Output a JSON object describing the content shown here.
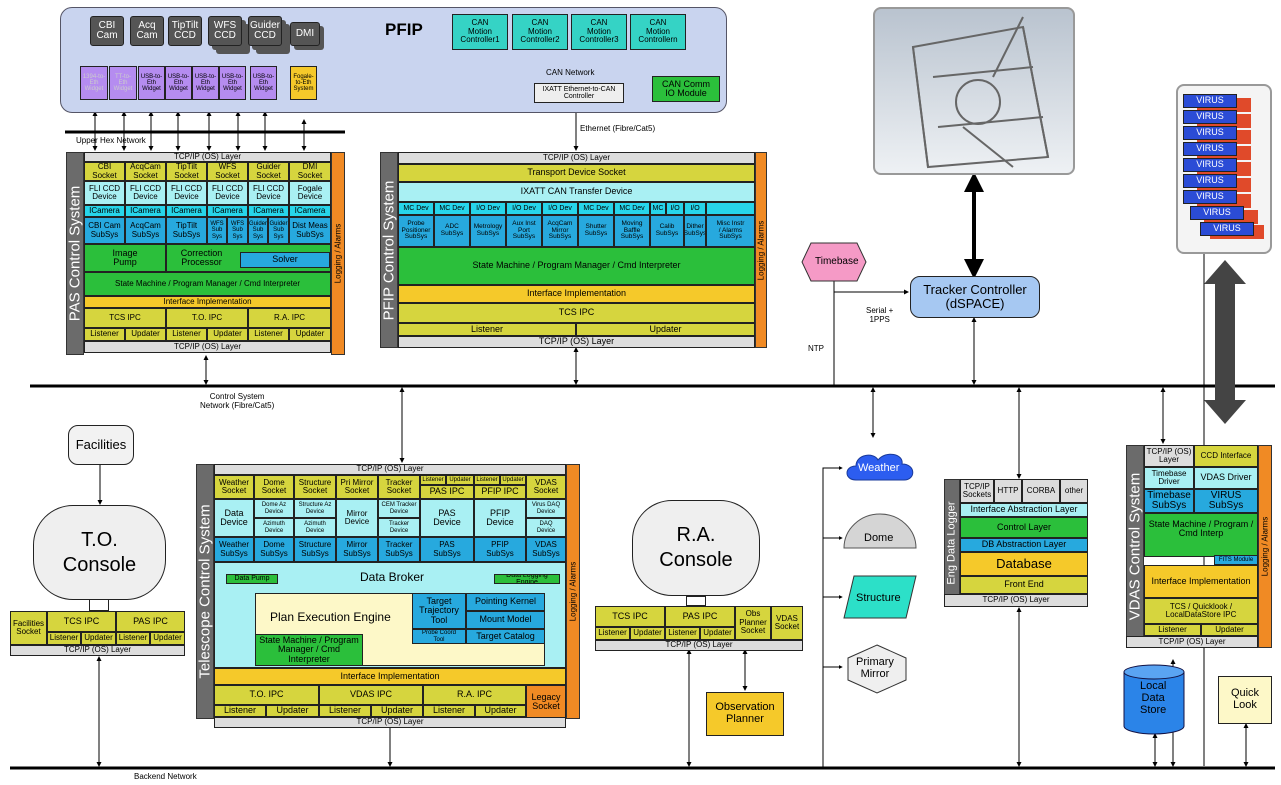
{
  "colors": {
    "pfip_bg": "#c9d4ef",
    "gray": "#6b6b6b",
    "teal": "#35d3c5",
    "yellow": "#f5c92a",
    "olive": "#d6d53e",
    "light_cyan": "#a9f0f3",
    "cyan": "#27d5ea",
    "blue": "#27a9de",
    "green": "#2bbf3b",
    "purple": "#b58cf0",
    "orange": "#f08a24",
    "cream": "#fdf8c8"
  },
  "pfip": {
    "title": "PFIP",
    "cams": [
      "CBI\nCam",
      "Acq\nCam",
      "TipTilt\nCCD",
      "WFS\nCCD",
      "Guider\nCCD",
      "DMI"
    ],
    "widgets": [
      "1394-to-\nEth\nWidget",
      "TT-to-\nEth\nWidget",
      "USB-to-\nEth\nWidget",
      "USB-to-\nEth\nWidget",
      "USB-to-\nEth\nWidget",
      "USB-to-\nEth\nWidget",
      "USB-to-\nEth\nWidget"
    ],
    "fogale": "Fogale-\nto-Eth\nSystem",
    "can_controllers": [
      "CAN\nMotion\nController1",
      "CAN\nMotion\nController2",
      "CAN\nMotion\nController3",
      "CAN\nMotion\nControllern"
    ],
    "can_network": "CAN Network",
    "ixatt": "IXATT Ethernet-to-CAN\nController",
    "can_comm": "CAN Comm\nIO Module"
  },
  "labels": {
    "upper_hex": "Upper Hex Network",
    "ethernet": "Ethernet (Fibre/Cat5)",
    "control_network": "Control System\nNetwork (Fibre/Cat5)",
    "backend": "Backend Network",
    "serial": "Serial +\n1PPS",
    "ntp": "NTP",
    "timebase": "Timebase",
    "tracker": "Tracker Controller\n(dSPACE)",
    "facilities": "Facilities",
    "to_console": "T.O.\nConsole",
    "ra_console": "R.A.\nConsole",
    "obs_planner": "Observation\nPlanner",
    "weather": "Weather",
    "dome": "Dome",
    "structure": "Structure",
    "primary_mirror": "Primary\nMirror",
    "local_data_store": "Local\nData\nStore",
    "quick_look": "Quick\nLook",
    "virus": "VIRUS"
  },
  "pas": {
    "title": "PAS Control System",
    "tcpip": "TCP/IP (OS) Layer",
    "sockets": [
      "CBI\nSocket",
      "AcqCam\nSocket",
      "TipTilt\nSocket",
      "WFS\nSocket",
      "Guider\nSocket",
      "DMI\nSocket"
    ],
    "devices": [
      "FLI CCD\nDevice",
      "FLI CCD\nDevice",
      "FLI CCD\nDevice",
      "FLI CCD\nDevice",
      "FLI CCD\nDevice",
      "Fogale\nDevice"
    ],
    "icamera": [
      "ICamera",
      "ICamera",
      "ICamera",
      "ICamera",
      "ICamera",
      "ICamera"
    ],
    "subsys": [
      "CBI Cam\nSubSys",
      "AcqCam\nSubSys",
      "TipTilt\nSubSys",
      "WFS\nSub\nSys",
      "WFS\nSub\nSys",
      "Guider\nSub\nSys",
      "Guider\nSub\nSys",
      "Dist Meas\nSubSys"
    ],
    "image_pump": "Image\nPump",
    "correction": "Correction\nProcessor",
    "solver": "Solver",
    "state_machine": "State Machine / Program Manager / Cmd Interpreter",
    "interface": "Interface Implementation",
    "ipcs": [
      "TCS IPC",
      "T.O. IPC",
      "R.A. IPC"
    ],
    "lu": [
      "Listener",
      "Updater",
      "Listener",
      "Updater",
      "Listener",
      "Updater"
    ],
    "tcpip_bottom": "TCP/IP (OS) Layer",
    "logging": "Logging / Alarms"
  },
  "pfip_cs": {
    "title": "PFIP Control System",
    "tcpip": "TCP/IP (OS) Layer",
    "transport": "Transport Device Socket",
    "ixatt_transfer": "IXATT CAN Transfer Device",
    "devs": [
      "MC Dev",
      "MC Dev",
      "I/O Dev",
      "I/O Dev",
      "I/O Dev",
      "MC Dev",
      "MC Dev",
      "MC",
      "I/O",
      "I/O"
    ],
    "subsys": [
      "Probe\nPositioner\nSubSys",
      "ADC\nSubSys",
      "Metrology\nSubSys",
      "Aux Inst\nPort\nSubSys",
      "AcqCam\nMirror\nSubSys",
      "Shutter\nSubSys",
      "Moving\nBaffle\nSubSys",
      "Calib\nSubSys",
      "Dither\nSubSys",
      "Misc Instr\n/ Alarms\nSubSys"
    ],
    "state_machine": "State Machine / Program Manager / Cmd Interpreter",
    "interface": "Interface Implementation",
    "tcs_ipc": "TCS IPC",
    "listener": "Listener",
    "updater": "Updater",
    "tcpip_bottom": "TCP/IP (OS) Layer",
    "logging": "Logging / Alarms"
  },
  "to_panel": {
    "headers": [
      "Facilities\nSocket",
      "TCS IPC",
      "PAS IPC"
    ],
    "lu": [
      "Listener",
      "Updater",
      "Listener",
      "Updater"
    ],
    "tcpip": "TCP/IP (OS) Layer"
  },
  "tcs": {
    "title": "Telescope Control System",
    "tcpip": "TCP/IP (OS) Layer",
    "sockets": [
      "Weather\nSocket",
      "Dome\nSocket",
      "Structure\nSocket",
      "Pri Mirror\nSocket",
      "Tracker\nSocket"
    ],
    "small_lu": [
      "Listener",
      "Updater",
      "Listener",
      "Updater"
    ],
    "ipc_headers": [
      "PAS IPC",
      "PFIP IPC"
    ],
    "vdas_socket": "VDAS\nSocket",
    "weather_device": "Data\nDevice",
    "dome_devices": [
      "Dome Az\nDevice",
      "Azimuth\nDevice"
    ],
    "structure_devices": [
      "Structure Az\nDevice",
      "Azimuth\nDevice"
    ],
    "mirror_device": "Mirror\nDevice",
    "tracker_devices": [
      "CEM Tracker\nDevice",
      "Tracker\nDevice"
    ],
    "pas_device": "PAS\nDevice",
    "pfip_device": "PFIP\nDevice",
    "vdas_devices": [
      "Virus DAQ\nDevice",
      "DAQ\nDevice"
    ],
    "subsys": [
      "Weather\nSubSys",
      "Dome\nSubSys",
      "Structure\nSubSys",
      "Mirror\nSubSys",
      "Tracker\nSubSys",
      "PAS\nSubSys",
      "PFIP\nSubSys",
      "VDAS\nSubSys"
    ],
    "data_broker": "Data Broker",
    "data_pump": "Data Pump",
    "data_logging": "Data Logging Engine",
    "plan_engine": "Plan Execution Engine",
    "target_tool": "Target\nTrajectory\nTool",
    "probe_tool": "Probe Coord\nTool",
    "pointing": "Pointing Kernel",
    "mount": "Mount Model",
    "catalog": "Target Catalog",
    "state_machine": "State Machine / Program\nManager / Cmd Interpreter",
    "interface": "Interface Implementation",
    "ipcs": [
      "T.O. IPC",
      "VDAS IPC",
      "R.A. IPC"
    ],
    "legacy": "Legacy\nSocket",
    "lu": [
      "Listener",
      "Updater",
      "Listener",
      "Updater",
      "Listener",
      "Updater"
    ],
    "tcpip_bottom": "TCP/IP (OS) Layer",
    "logging": "Logging / Alarms"
  },
  "ra_panel": {
    "headers": [
      "TCS IPC",
      "PAS IPC",
      "Obs\nPlanner\nSocket",
      "VDAS\nSocket"
    ],
    "lu": [
      "Listener",
      "Updater",
      "Listener",
      "Updater"
    ],
    "tcpip": "TCP/IP (OS) Layer"
  },
  "eng": {
    "title": "Eng Data Logger",
    "top": [
      "TCP/IP\nSockets",
      "HTTP",
      "CORBA",
      "other"
    ],
    "interface_abs": "Interface Abstraction Layer",
    "control": "Control Layer",
    "db_abs": "DB Abstraction Layer",
    "database": "Database",
    "front_end": "Front End",
    "tcpip": "TCP/IP (OS) Layer"
  },
  "vdas": {
    "title": "VDAS Control System",
    "tcpip_top": "TCP/IP (OS)\nLayer",
    "ccd_interface": "CCD Interface",
    "timebase_driver": "Timebase\nDriver",
    "vdas_driver": "VDAS Driver",
    "timebase_subsys": "Timebase\nSubSys",
    "virus_subsys": "VIRUS\nSubSys",
    "state_machine": "State Machine / Program /\nCmd Interp",
    "fits": "FITS Module",
    "interface": "Interface Implementation",
    "ipc": "TCS / Quicklook /\nLocalDataStore IPC",
    "listener": "Listener",
    "updater": "Updater",
    "tcpip_bottom": "TCP/IP (OS) Layer",
    "logging": "Logging / Alarms"
  }
}
